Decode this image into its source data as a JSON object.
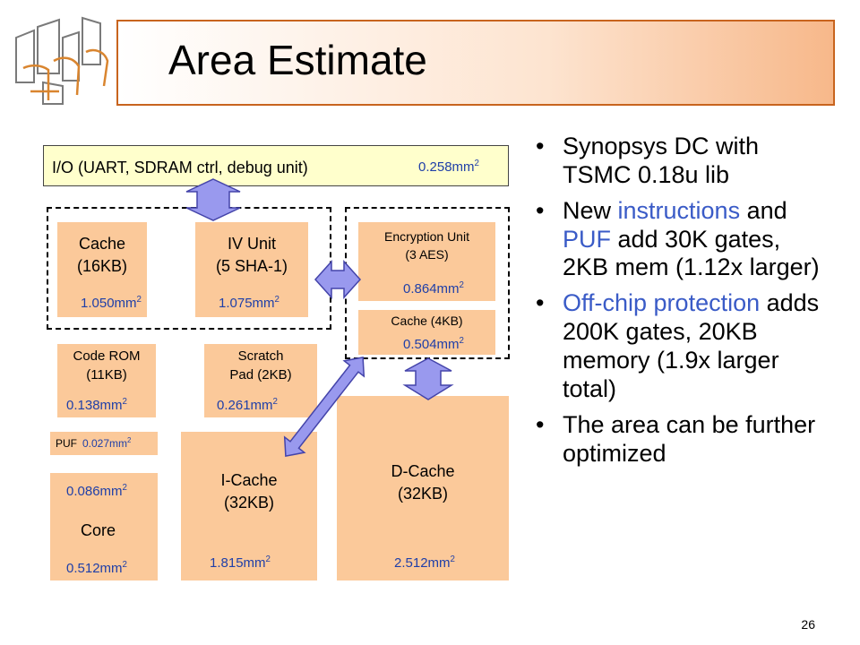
{
  "title": "Area Estimate",
  "page_number": "26",
  "blocks": {
    "io": {
      "label": "I/O (UART, SDRAM ctrl, debug unit)",
      "value": "0.258mm",
      "unit_exp": "2"
    },
    "cache16": {
      "line1": "Cache",
      "line2": "(16KB)",
      "value": "1.050mm",
      "unit_exp": "2"
    },
    "iv_unit": {
      "line1": "IV Unit",
      "line2": "(5 SHA-1)",
      "value": "1.075mm",
      "unit_exp": "2"
    },
    "encryption": {
      "line1": "Encryption Unit",
      "line2": "(3 AES)",
      "value": "0.864mm",
      "unit_exp": "2"
    },
    "cache4": {
      "line1": "Cache (4KB)",
      "value": "0.504mm",
      "unit_exp": "2"
    },
    "code_rom": {
      "line1": "Code ROM",
      "line2": "(11KB)",
      "value": "0.138mm",
      "unit_exp": "2"
    },
    "scratch": {
      "line1": "Scratch",
      "line2": "Pad (2KB)",
      "value": "0.261mm",
      "unit_exp": "2"
    },
    "puf": {
      "label": "PUF",
      "value": "0.027mm",
      "unit_exp": "2"
    },
    "core": {
      "top_value": "0.086mm",
      "label": "Core",
      "value": "0.512mm",
      "unit_exp": "2"
    },
    "icache": {
      "line1": "I-Cache",
      "line2": "(32KB)",
      "value": "1.815mm",
      "unit_exp": "2"
    },
    "dcache": {
      "line1": "D-Cache",
      "line2": "(32KB)",
      "value": "2.512mm",
      "unit_exp": "2"
    }
  },
  "bullets": [
    {
      "pre": "Synopsys DC with TSMC 0.18u lib",
      "hl1": "",
      "mid": "",
      "hl2": "",
      "post": ""
    },
    {
      "pre": "New ",
      "hl1": "instructions",
      "mid": " and ",
      "hl2": "PUF",
      "post": " add 30K gates, 2KB mem (1.12x larger)"
    },
    {
      "pre": "",
      "hl1": "Off-chip protection",
      "mid": " adds 200K gates, 20KB memory (1.9x larger total)",
      "hl2": "",
      "post": ""
    },
    {
      "pre": "The area can be further optimized",
      "hl1": "",
      "mid": "",
      "hl2": "",
      "post": ""
    }
  ],
  "colors": {
    "block_fill": "#fbc99a",
    "io_fill": "#ffffcc",
    "arrow_fill": "#9999ee",
    "value_text": "#1f3fa8",
    "highlight": "#3a5bc7"
  }
}
